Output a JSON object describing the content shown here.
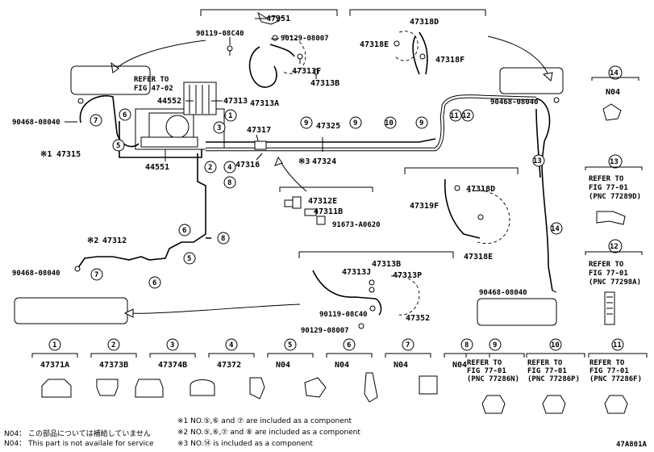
{
  "labels": {
    "p47351": "47351",
    "p90119_08c40_top": "90119-08C40",
    "p90129_08007_top": "90129-08007",
    "p47313f_top": "47313F",
    "p47313b_top": "47313B",
    "p47313a": "47313A",
    "p47318e_top": "47318E",
    "p47318d_top": "47318D",
    "p47318f": "47318F",
    "refer_top_1": "REFER TO",
    "refer_top_2": "FIG 47-02",
    "p44552": "44552",
    "p47313": "47313",
    "p90468_left_top": "90468-08040",
    "p47315": "47315",
    "p47315_mark": "※1",
    "p44551": "44551",
    "p47317": "47317",
    "p47316": "47316",
    "p47325": "47325",
    "p47324": "47324",
    "p47324_mark": "※3",
    "p90468_right_top": "90468-08040",
    "p47312e": "47312E",
    "p47311b": "47311B",
    "p91673": "91673-A0620",
    "p47312": "47312",
    "p47312_mark": "※2",
    "p90468_left_bottom": "90468-08040",
    "p47313j": "47313J",
    "p47313b_bottom": "47313B",
    "p47313p": "47313P",
    "p90119_08c40_bottom": "90119-08C40",
    "p47352": "47352",
    "p90129_08007_bottom": "90129-08007",
    "p47318d_right": "47318D",
    "p47319f": "47319F",
    "p47318e_right": "47318E",
    "p90468_right_bottom": "90468-08040",
    "n04_14": "N04",
    "refer13_1": "REFER TO",
    "refer13_2": "FIG 77-01",
    "refer13_3": "(PNC 77289D)",
    "refer12_1": "REFER TO",
    "refer12_2": "FIG 77-01",
    "refer12_3": "(PNC 77298A)",
    "diagram_code": "47A801A"
  },
  "bottom_parts": [
    {
      "num": "1",
      "label": "47371A"
    },
    {
      "num": "2",
      "label": "47373B"
    },
    {
      "num": "3",
      "label": "47374B"
    },
    {
      "num": "4",
      "label": "47372"
    },
    {
      "num": "5",
      "label": "N04"
    },
    {
      "num": "6",
      "label": "N04"
    },
    {
      "num": "7",
      "label": "N04"
    },
    {
      "num": "8",
      "label": "N04"
    }
  ],
  "bottom_refs": [
    {
      "num": "9",
      "l1": "REFER TO",
      "l2": "FIG 77-01",
      "l3": "(PNC 77286N)"
    },
    {
      "num": "10",
      "l1": "REFER TO",
      "l2": "FIG 77-01",
      "l3": "(PNC 77286P)"
    },
    {
      "num": "11",
      "l1": "REFER TO",
      "l2": "FIG 77-01",
      "l3": "(PNC 77286F)"
    }
  ],
  "footnotes": {
    "n04_jp": "N04： この部品については補給していません",
    "n04_en": "N04： This part is not availale for service",
    "note1": "※1 NO.⑤,⑥ and ⑦ are included as a component",
    "note2": "※2 NO.⑤,⑥,⑦ and ⑧ are included as a component",
    "note3": "※3 NO.⑭ is included as a component"
  }
}
